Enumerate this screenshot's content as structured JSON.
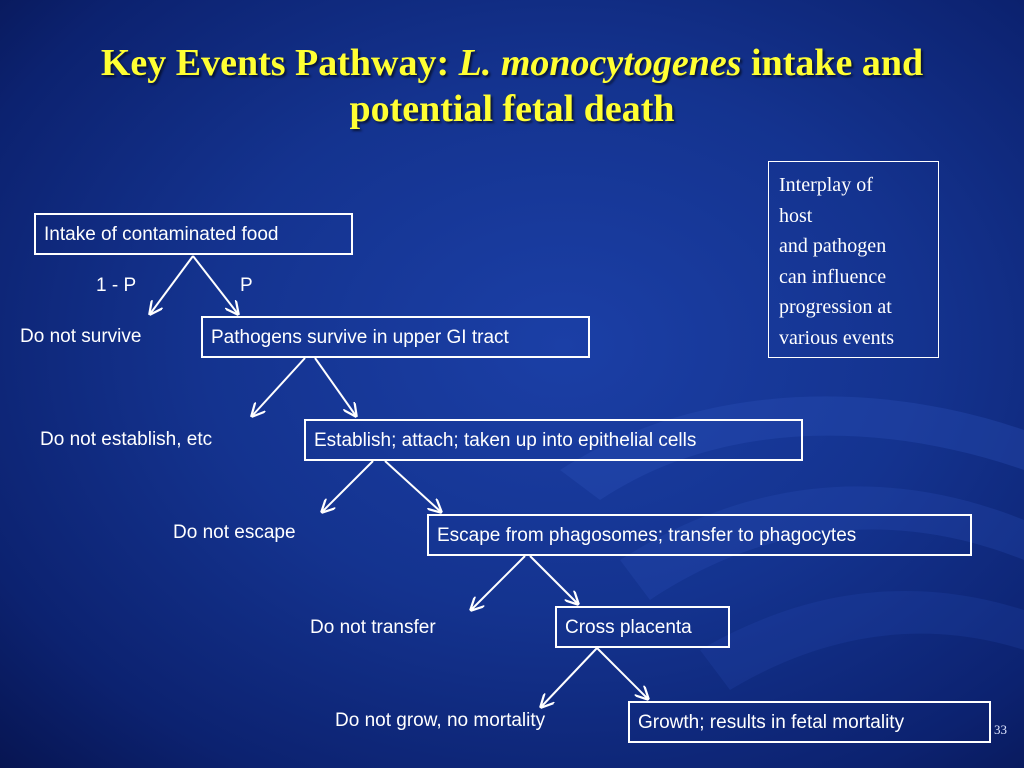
{
  "title": {
    "part1": "Key Events Pathway: ",
    "part2_italic": "L. monocytogenes",
    "part3": " intake and",
    "line2": "potential fetal death"
  },
  "note": {
    "lines": [
      "Interplay of",
      "host",
      "and pathogen",
      "can influence",
      "progression at",
      "various events"
    ]
  },
  "boxes": {
    "intake": "Intake of contaminated food",
    "survive": "Pathogens survive in upper GI tract",
    "establish": "Establish; attach; taken up into epithelial cells",
    "escape": "Escape from phagosomes; transfer to phagocytes",
    "placenta": "Cross placenta",
    "growth": "Growth; results in fetal mortality"
  },
  "labels": {
    "one_minus_p": "1 - P",
    "p": "P",
    "not_survive": "Do not survive",
    "not_establish": "Do not establish, etc",
    "not_escape": "Do not escape",
    "not_transfer": "Do not transfer",
    "not_grow": "Do not grow, no mortality"
  },
  "slide_number": "33",
  "colors": {
    "title": "#ffff33",
    "background": "#14338f",
    "text": "#ffffff"
  }
}
